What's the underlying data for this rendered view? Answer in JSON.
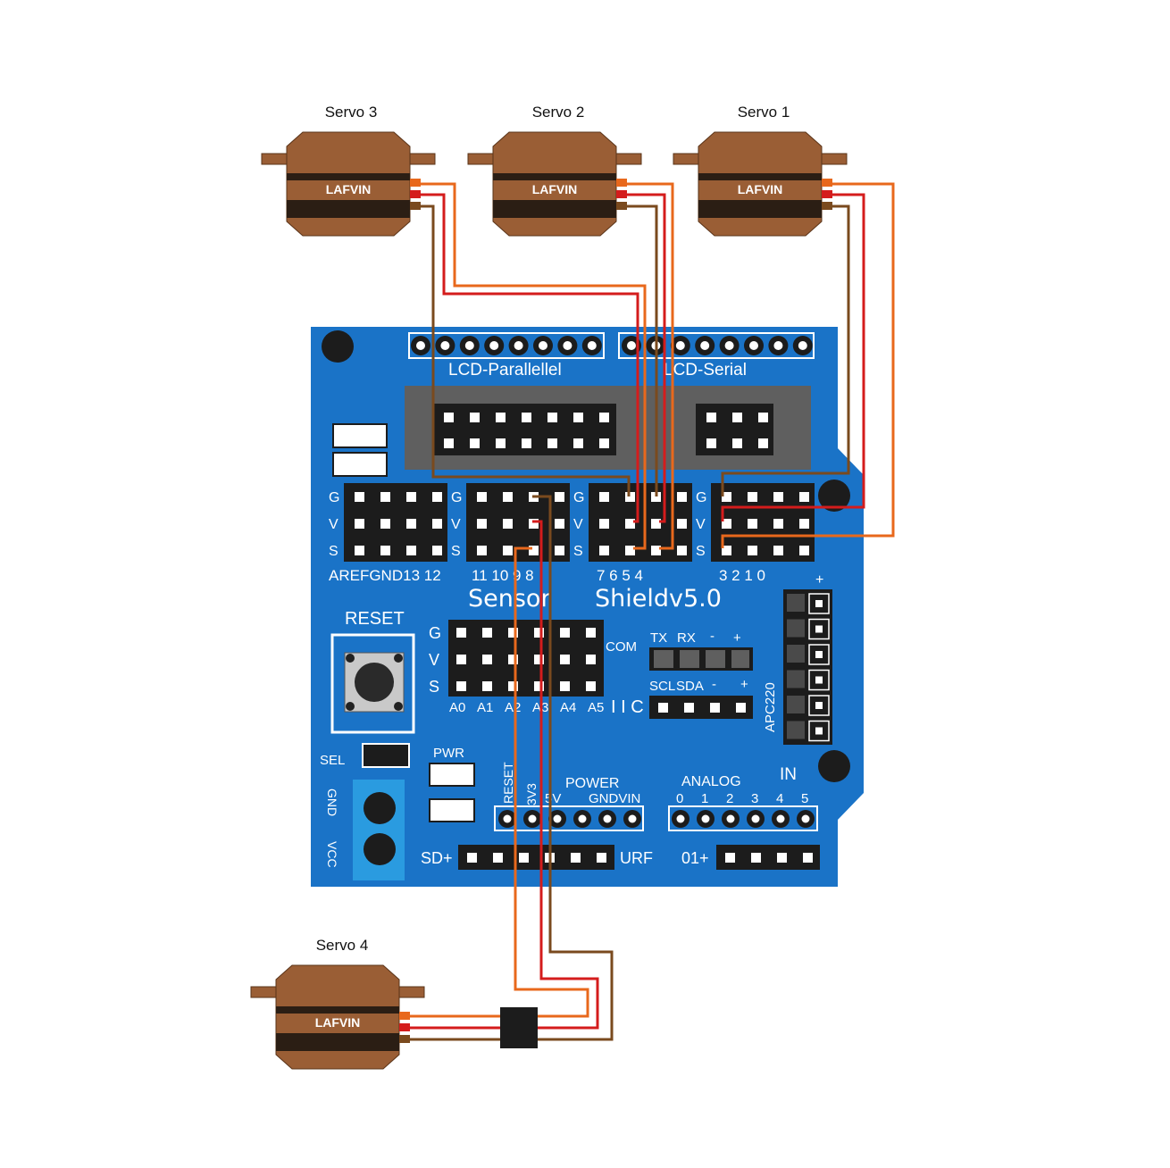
{
  "servos": [
    {
      "id": "servo3",
      "label": "Servo 3",
      "brand": "LAFVIN"
    },
    {
      "id": "servo2",
      "label": "Servo 2",
      "brand": "LAFVIN"
    },
    {
      "id": "servo1",
      "label": "Servo 1",
      "brand": "LAFVIN"
    },
    {
      "id": "servo4",
      "label": "Servo 4",
      "brand": "LAFVIN"
    }
  ],
  "board": {
    "lcd_parallel": "LCD-Parallellel",
    "lcd_serial": "LCD-Serial",
    "row_g": "G",
    "row_v": "V",
    "row_s": "S",
    "pins_a": "AREFGND13 12",
    "pins_b": "11 10 9 8",
    "pins_c": "7 6 5 4",
    "pins_d": "3 2 1 0",
    "plus": "+",
    "title_left": "Sensor",
    "title_right": "Shieldv5.0",
    "reset": "RESET",
    "com": "COM",
    "analog_pins": [
      "A0",
      "A1",
      "A2",
      "A3",
      "A4",
      "A5"
    ],
    "iic": "I I C",
    "tx": "TX",
    "rx": "RX",
    "minus": "-",
    "scl": "SCL",
    "sda": "SDA",
    "apc220": "APC220",
    "sel": "SEL",
    "gnd": "GND",
    "vcc": "VCC",
    "pwr": "PWR",
    "power_reset": "RESET",
    "power": "POWER",
    "p3v3": "3V3",
    "p5v": "5V",
    "gndvin": "GNDVIN",
    "analog": "ANALOG",
    "in": "IN",
    "analog_nums": [
      "0",
      "1",
      "2",
      "3",
      "4",
      "5"
    ],
    "sd": "SD+",
    "urf": "URF",
    "o1": "01+"
  },
  "colors": {
    "board": "#1a73c7",
    "servo_body": "#9a5e35",
    "servo_band": "#2b1e14",
    "wire_signal": "#e8681c",
    "wire_power": "#d41c1c",
    "wire_ground": "#7a4a1e"
  }
}
